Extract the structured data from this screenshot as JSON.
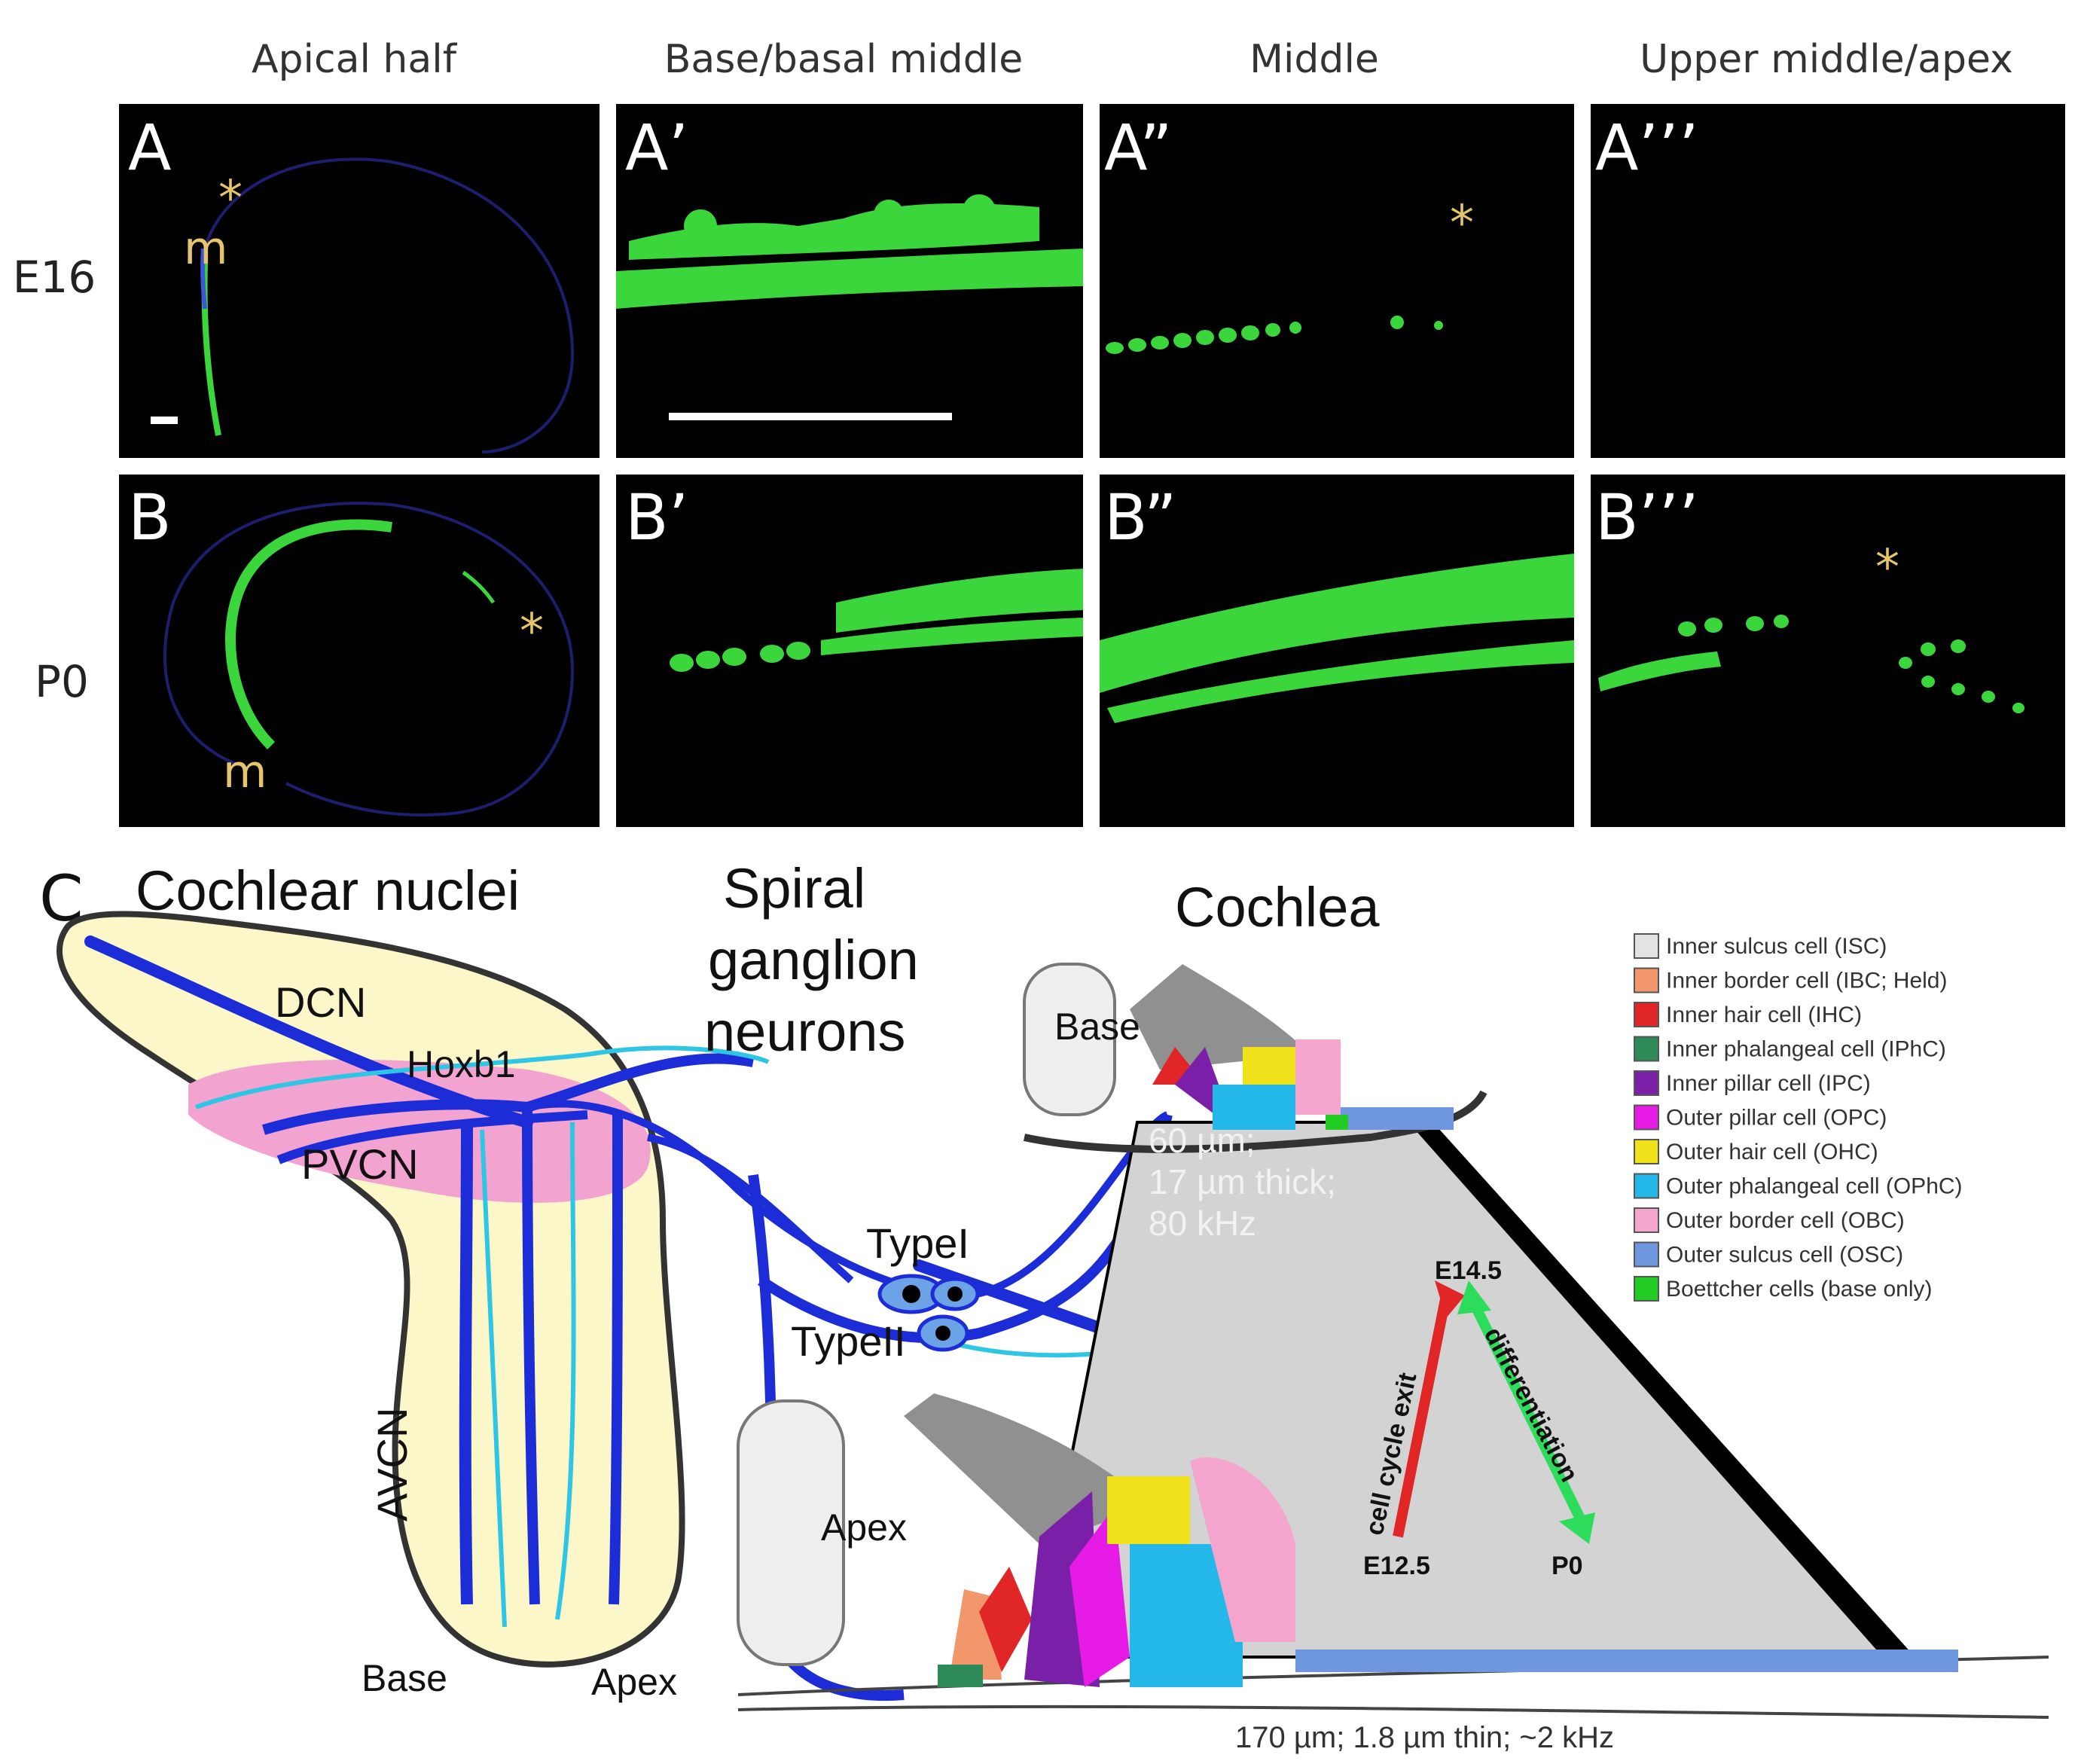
{
  "top": {
    "columns": [
      "Apical half",
      "Base/basal middle",
      "Middle",
      "Upper middle/apex"
    ],
    "rows": [
      "E16",
      "P0"
    ],
    "panel_labels": [
      [
        "A",
        "A’",
        "A”",
        "A’’’"
      ],
      [
        "B",
        "B’",
        "B”",
        "B’’’"
      ]
    ],
    "marker_star": "*",
    "marker_m": "m"
  },
  "bottom": {
    "panel_label": "C",
    "cochlear_nuclei": "Cochlear nuclei",
    "dcn": "DCN",
    "hoxb1": "Hoxb1",
    "pvcn": "PVCN",
    "avcn": "AVCN",
    "base_label": "Base",
    "apex_label": "Apex",
    "spiral": [
      "Spiral",
      "ganglion",
      "neurons"
    ],
    "type1": "TypeI",
    "type2": "TypeII",
    "cochlea": "Cochlea",
    "cochlea_base": "Base",
    "cochlea_apex": "Apex",
    "base_specs": [
      "60 µm;",
      "17 µm  thick;",
      "80 kHz"
    ],
    "apex_specs": "170 µm; 1.8 µm thin; ~2 kHz",
    "arrows": {
      "e145": "E14.5",
      "e125": "E12.5",
      "p0": "P0",
      "exit": "cell cycle exit",
      "diff": "differentiation"
    }
  },
  "legend": [
    {
      "label": "Inner sulcus cell (ISC)",
      "color": "#e3e3e3"
    },
    {
      "label": "Inner border cell (IBC; Held)",
      "color": "#f2966b"
    },
    {
      "label": "Inner hair cell (IHC)",
      "color": "#e02626"
    },
    {
      "label": "Inner phalangeal cell (IPhC)",
      "color": "#2e8a57"
    },
    {
      "label": "Inner pillar cell (IPC)",
      "color": "#7a1fa8"
    },
    {
      "label": "Outer pillar cell (OPC)",
      "color": "#e61ce6"
    },
    {
      "label": "Outer hair cell (OHC)",
      "color": "#f0e21a"
    },
    {
      "label": "Outer phalangeal cell (OPhC)",
      "color": "#23b8e8"
    },
    {
      "label": "Outer border cell (OBC)",
      "color": "#f4a6cf"
    },
    {
      "label": "Outer sulcus cell (OSC)",
      "color": "#6f97e0"
    },
    {
      "label": "Boettcher cells (base only)",
      "color": "#22cc22"
    }
  ]
}
